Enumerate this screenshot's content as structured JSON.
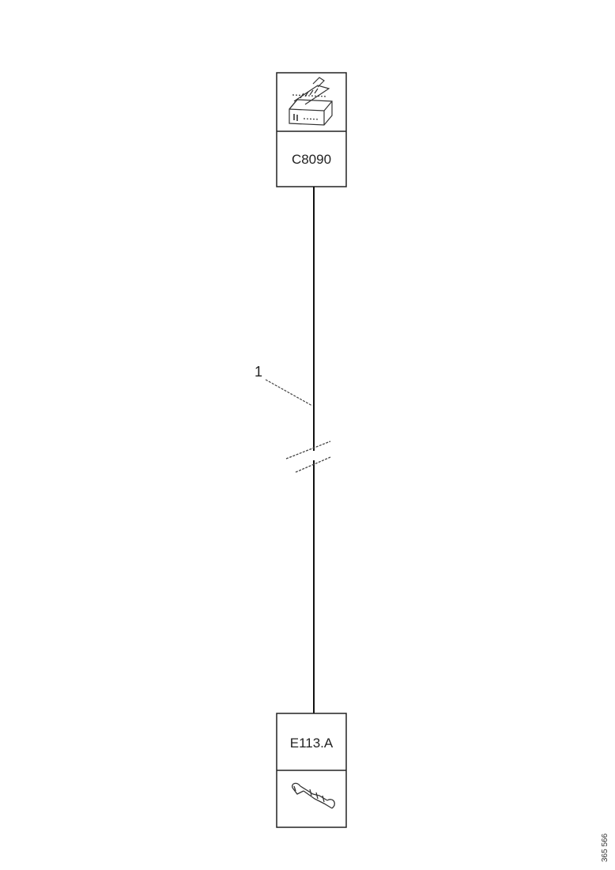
{
  "top_connector": {
    "icon": "connector-block-icon",
    "label": "C8090"
  },
  "bottom_connector": {
    "label": "E113.A",
    "icon": "terminal-pin-icon"
  },
  "wire": {
    "callout": "1"
  },
  "reference_number": "365 566"
}
